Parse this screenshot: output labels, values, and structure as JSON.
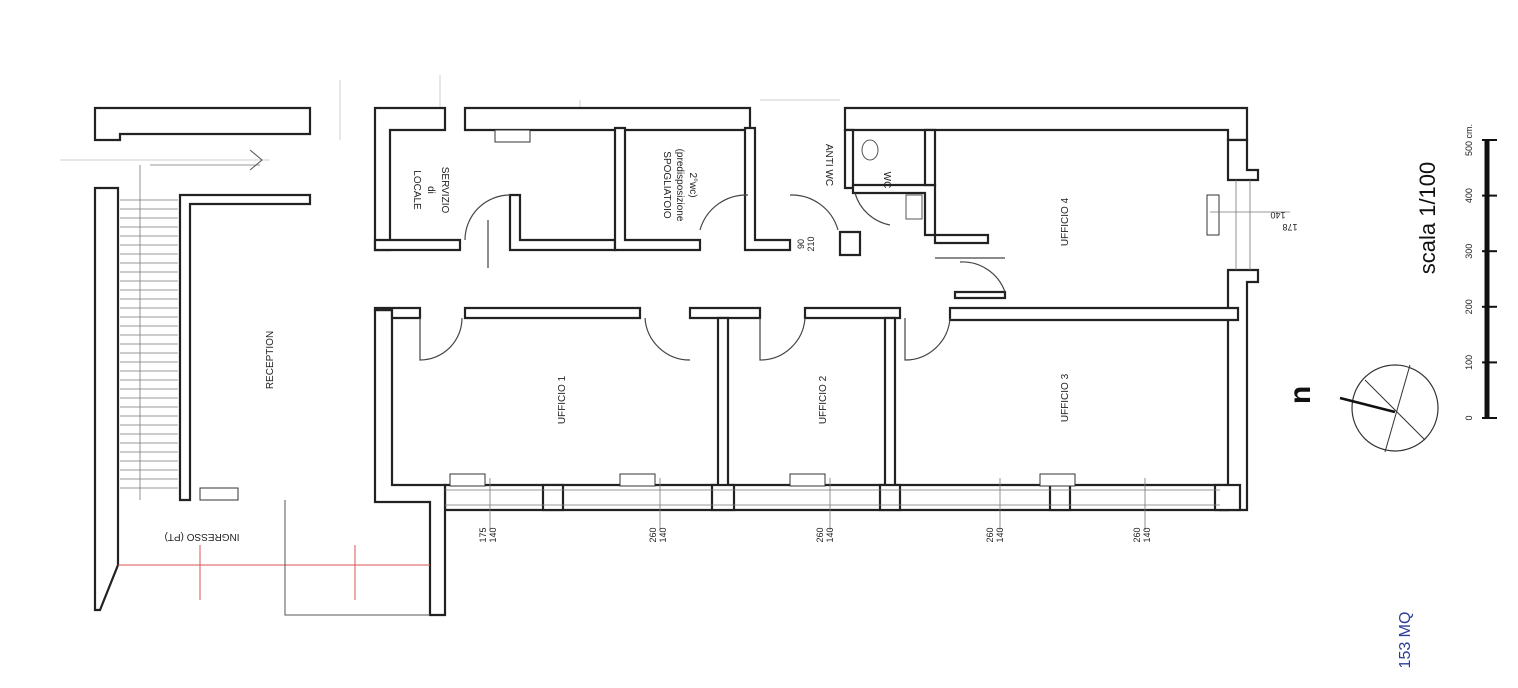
{
  "rooms": {
    "reception": "RECEPTION",
    "ingresso": "INGRESSO (PT)",
    "locale_servizio": [
      "LOCALE",
      "di",
      "SERVIZIO"
    ],
    "spogliatoio": [
      "SPOGLIATOIO",
      "(predisposizione",
      "2°wc)"
    ],
    "anti_wc": "ANTI WC",
    "wc": "WC",
    "ufficio1": "UFFICIO 1",
    "ufficio2": "UFFICIO 2",
    "ufficio3": "UFFICIO 3",
    "ufficio4": "UFFICIO 4"
  },
  "dimensions": {
    "door_antiwc": [
      "90",
      "210"
    ],
    "window_ufficio4": [
      "178",
      "140"
    ],
    "window_1": [
      "175",
      "140"
    ],
    "window_2": [
      "260",
      "140"
    ],
    "window_3": [
      "260",
      "140"
    ],
    "window_4": [
      "260",
      "140"
    ],
    "window_5": [
      "260",
      "140"
    ]
  },
  "scale": {
    "title": "scala 1/100",
    "ticks": [
      "0",
      "100",
      "200",
      "300",
      "400",
      "500 cm."
    ]
  },
  "north_label": "n",
  "area_label": "153 MQ"
}
